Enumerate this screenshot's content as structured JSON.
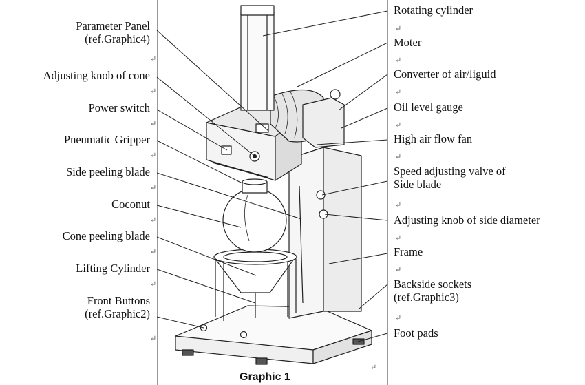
{
  "left_labels": [
    {
      "id": "parameter-panel",
      "lines": [
        "Parameter Panel",
        "(ref.Graphic4)"
      ]
    },
    {
      "id": "adjusting-knob-cone",
      "lines": [
        "Adjusting knob of cone"
      ]
    },
    {
      "id": "power-switch",
      "lines": [
        "Power switch"
      ]
    },
    {
      "id": "pneumatic-gripper",
      "lines": [
        "Pneumatic Gripper"
      ]
    },
    {
      "id": "side-peeling-blade",
      "lines": [
        "Side peeling blade"
      ]
    },
    {
      "id": "coconut",
      "lines": [
        "Coconut"
      ]
    },
    {
      "id": "cone-peeling-blade",
      "lines": [
        "Cone peeling blade"
      ]
    },
    {
      "id": "lifting-cylinder",
      "lines": [
        "Lifting Cylinder"
      ]
    },
    {
      "id": "front-buttons",
      "lines": [
        "Front Buttons",
        "(ref.Graphic2)"
      ]
    }
  ],
  "right_labels": [
    {
      "id": "rotating-cylinder",
      "lines": [
        "Rotating cylinder"
      ]
    },
    {
      "id": "moter",
      "lines": [
        "Moter"
      ]
    },
    {
      "id": "converter-air-liquid",
      "lines": [
        "Converter of air/liguid"
      ]
    },
    {
      "id": "oil-level-gauge",
      "lines": [
        "Oil level gauge"
      ]
    },
    {
      "id": "high-air-flow-fan",
      "lines": [
        "High air flow fan"
      ]
    },
    {
      "id": "speed-adjusting-valve",
      "lines": [
        "Speed adjusting valve of",
        "Side blade"
      ]
    },
    {
      "id": "adjusting-knob-side-diameter",
      "lines": [
        "Adjusting knob of side diameter"
      ]
    },
    {
      "id": "frame",
      "lines": [
        "Frame"
      ]
    },
    {
      "id": "backside-sockets",
      "lines": [
        "Backside sockets",
        "(ref.Graphic3)"
      ]
    },
    {
      "id": "foot-pads",
      "lines": [
        "Foot pads"
      ]
    }
  ],
  "caption": "Graphic 1",
  "paragraph_mark": "↵"
}
